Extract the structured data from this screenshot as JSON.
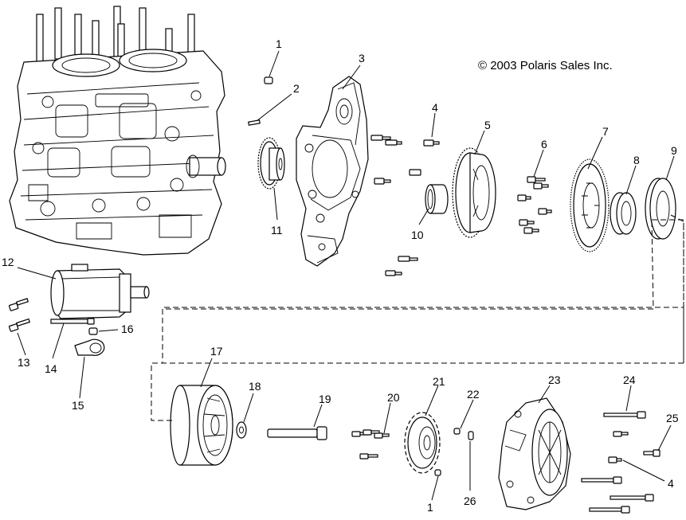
{
  "copyright": "© 2003 Polaris Sales Inc.",
  "callouts": [
    {
      "id": "1"
    },
    {
      "id": "2"
    },
    {
      "id": "3"
    },
    {
      "id": "4"
    },
    {
      "id": "5"
    },
    {
      "id": "6"
    },
    {
      "id": "7"
    },
    {
      "id": "8"
    },
    {
      "id": "9"
    },
    {
      "id": "10"
    },
    {
      "id": "11"
    },
    {
      "id": "12"
    },
    {
      "id": "13"
    },
    {
      "id": "14"
    },
    {
      "id": "15"
    },
    {
      "id": "16"
    },
    {
      "id": "17"
    },
    {
      "id": "18"
    },
    {
      "id": "19"
    },
    {
      "id": "20"
    },
    {
      "id": "21"
    },
    {
      "id": "22"
    },
    {
      "id": "23"
    },
    {
      "id": "24"
    },
    {
      "id": "25"
    },
    {
      "id": "4b",
      "label": "4"
    },
    {
      "id": "1b",
      "label": "1"
    },
    {
      "id": "26"
    }
  ]
}
